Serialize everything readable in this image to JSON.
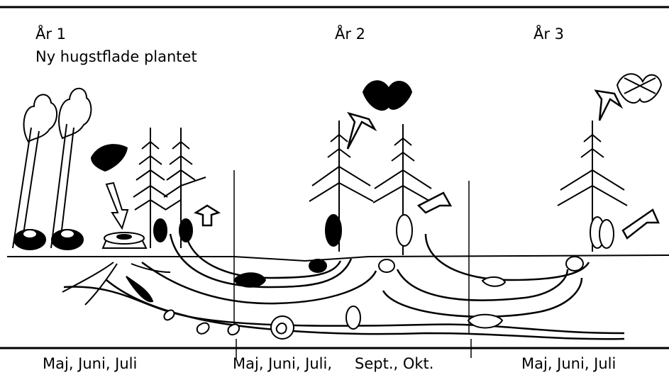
{
  "labels": {
    "year1": "År 1",
    "year1_sub": "Ny hugstflade plantet",
    "year2": "År 2",
    "year3": "År 3"
  },
  "bottom_labels": {
    "b1": "Maj, Juni, Juli",
    "b2": "Maj, Juni, Juli,",
    "b3": "Sept., Okt.",
    "b4": "Maj, Juni, Juli"
  },
  "colors": {
    "ink": "#000000",
    "paper": "#ffffff"
  }
}
